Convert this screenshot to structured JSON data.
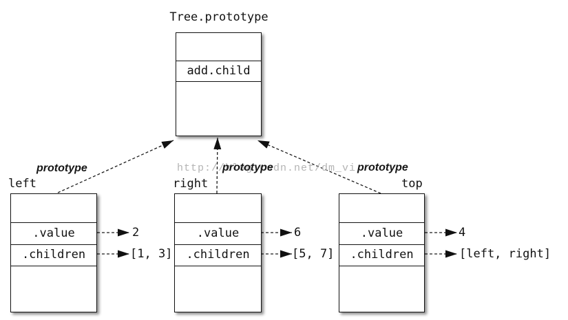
{
  "diagram": {
    "title": "Tree.prototype",
    "method": "add.child",
    "watermark": "http://blog.csdn.net/dm_vi",
    "prototype_labels": [
      "prototype",
      "prototype",
      "prototype"
    ],
    "objects": [
      {
        "label": "left",
        "rows": [
          {
            "key": ".value",
            "value": "2"
          },
          {
            "key": ".children",
            "value": "[1, 3]"
          }
        ]
      },
      {
        "label": "right",
        "rows": [
          {
            "key": ".value",
            "value": "6"
          },
          {
            "key": ".children",
            "value": "[5, 7]"
          }
        ]
      },
      {
        "label": "top",
        "rows": [
          {
            "key": ".value",
            "value": "4"
          },
          {
            "key": ".children",
            "value": "[left, right]"
          }
        ]
      }
    ]
  }
}
